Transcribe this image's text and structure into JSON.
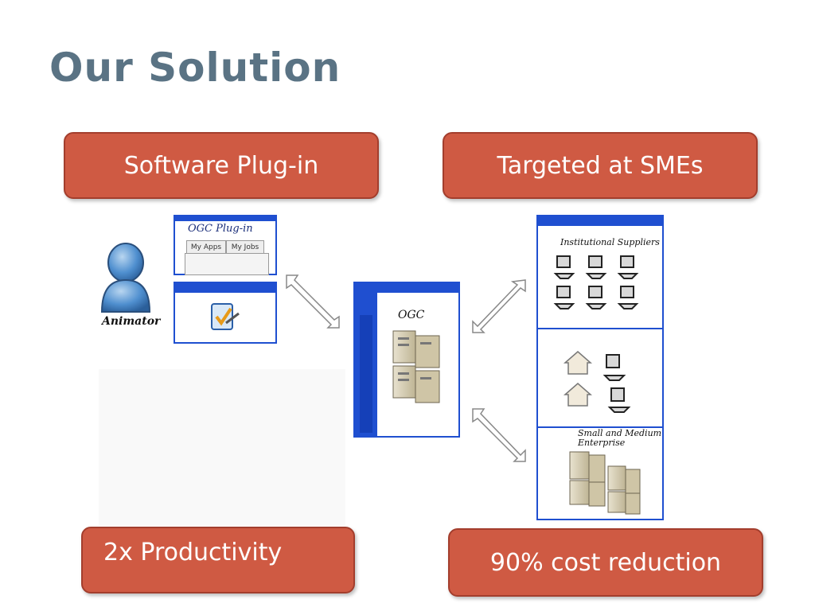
{
  "slide": {
    "title": "Our Solution"
  },
  "boxes": {
    "software_plugin": "Software Plug-in",
    "targeted_smes": "Targeted at SMEs",
    "productivity": "2x Productivity",
    "cost_reduction": "90% cost reduction"
  },
  "diagram": {
    "animator_label": "Animator",
    "plugin_title": "OGC Plug-in",
    "tab_my_apps": "My Apps",
    "tab_my_jobs": "My Jobs",
    "ogc_label": "OGC",
    "institutional_label": "Institutional Suppliers",
    "sme_label_line1": "Small and Medium",
    "sme_label_line2": "Enterprise"
  },
  "colors": {
    "box_fill": "#cf5a43",
    "window_blue": "#1f4fd0",
    "title_color": "#5a7384"
  }
}
